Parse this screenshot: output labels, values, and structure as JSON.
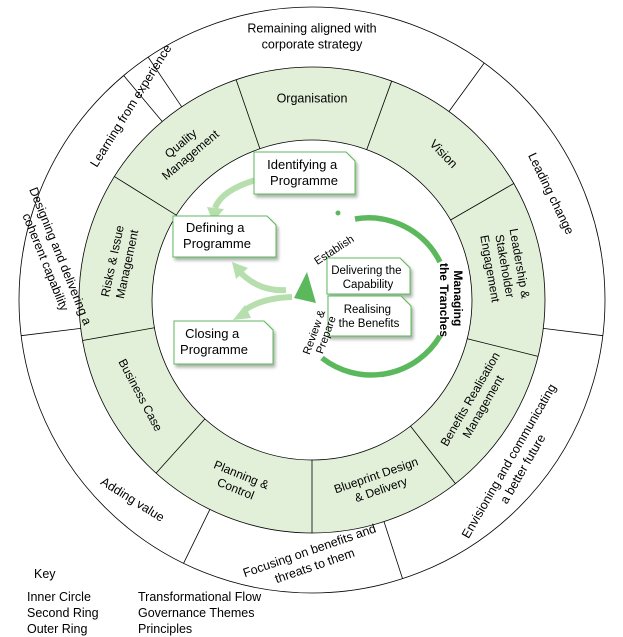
{
  "principles": [
    [
      "Remaining aligned with",
      "corporate strategy"
    ],
    [
      "Leading change"
    ],
    [
      "Envisioning and communicating",
      "a better future"
    ],
    [
      "Focusing on benefits and",
      "threats to them"
    ],
    [
      "Adding value"
    ],
    [
      "Designing and delivering a",
      "coherent capability"
    ],
    [
      "Learning from experience"
    ]
  ],
  "themes": [
    [
      "Organisation"
    ],
    [
      "Vision"
    ],
    [
      "Leadership &",
      "Stakeholder",
      "Engagement"
    ],
    [
      "Benefits Realisation",
      "Management"
    ],
    [
      "Blueprint Design",
      "& Delivery"
    ],
    [
      "Planning &",
      "Control"
    ],
    [
      "Business Case"
    ],
    [
      "Risks & Issue",
      "Management"
    ],
    [
      "Quality",
      "Management"
    ]
  ],
  "flow": {
    "identifying": [
      "Identifying a",
      "Programme"
    ],
    "defining": [
      "Defining a",
      "Programme"
    ],
    "closing": [
      "Closing a",
      "Programme"
    ],
    "delivering": [
      "Delivering the",
      "Capability"
    ],
    "realising": [
      "Realising",
      "the Benefits"
    ],
    "managing": [
      "Managing",
      "the Tranches"
    ],
    "establish": "Establish",
    "review": [
      "Review &",
      "Prepare"
    ]
  },
  "key": {
    "title": "Key",
    "rings": [
      "Inner Circle",
      "Second Ring",
      "Outer Ring"
    ],
    "meanings": [
      "Transformational Flow",
      "Governance  Themes",
      "Principles"
    ]
  },
  "colors": {
    "theme_fill": "#e2f0d9",
    "flow_green": "#5cb85c",
    "flow_light": "#b7dfae",
    "box_fill": "#ffffff",
    "line": "#000000"
  }
}
